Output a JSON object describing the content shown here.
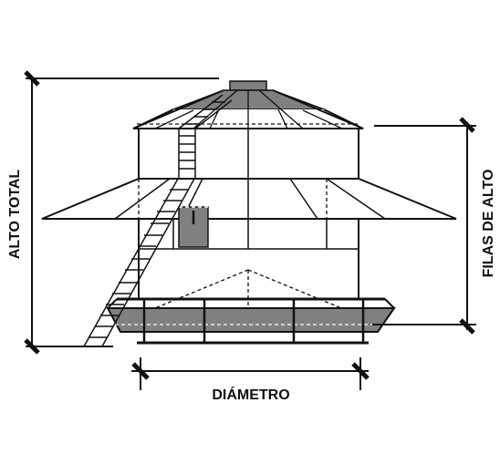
{
  "labels": {
    "total_height": "ALTO TOTAL",
    "ring_height": "FILAS DE ALTO",
    "diameter": "DIÁMETRO"
  },
  "colors": {
    "line": "#111111",
    "gray": "#808080",
    "background": "#ffffff"
  }
}
